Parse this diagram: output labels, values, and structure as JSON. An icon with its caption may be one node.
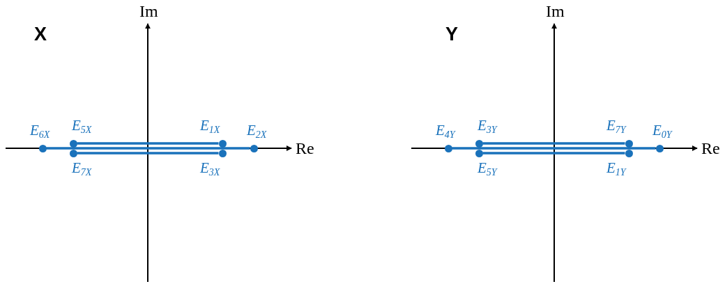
{
  "diagram": {
    "nodes": [
      {
        "text": [
          "E$_{6X}$"
        ]
      },
      {
        "text": [
          "E$_{5X}$"
        ]
      },
      {
        "text": [
          "E$_{7X}$"
        ]
      },
      {
        "text": [
          "E$_{1X}$"
        ]
      },
      {
        "text": [
          "E$_{3X}$"
        ]
      },
      {
        "text": [
          "E$_{2X}$"
        ]
      },
      {
        "text": [
          "E$_{4Y}$"
        ]
      },
      {
        "text": [
          "E$_{3Y}$"
        ]
      },
      {
        "text": [
          "E$_{5Y}$"
        ]
      },
      {
        "text": [
          "E$_{7Y}$"
        ]
      },
      {
        "text": [
          "E$_{1Y}$"
        ]
      },
      {
        "text": [
          "E$_{0Y}$"
        ]
      }
    ],
    "edges": [
      {
        "from": 0,
        "to": 5,
        "arrow": "none"
      },
      {
        "from": 1,
        "to": 3,
        "arrow": "none"
      },
      {
        "from": 2,
        "to": 4,
        "arrow": "none"
      },
      {
        "from": 6,
        "to": 11,
        "arrow": "none"
      },
      {
        "from": 7,
        "to": 9,
        "arrow": "none"
      },
      {
        "from": 8,
        "to": 10,
        "arrow": "none"
      }
    ],
    "labels": [
      "Im",
      "Im",
      "X",
      "Y",
      "Re",
      "Re"
    ]
  }
}
